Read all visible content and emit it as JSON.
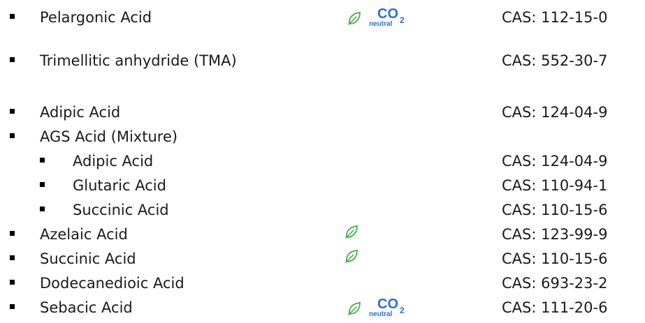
{
  "colors": {
    "leaf": "#3aae3a",
    "co2": "#2a6fd6",
    "text": "#1a1a1a"
  },
  "items": [
    {
      "name": "Pelargonic Acid",
      "cas": "CAS: 112-15-0",
      "leaf": true,
      "co2": true,
      "co2_main": "CO",
      "co2_sub": "2",
      "co2_label": "neutral"
    },
    {
      "name": "Trimellitic anhydride (TMA)",
      "cas": "CAS: 552-30-7"
    },
    {
      "name": "Adipic Acid",
      "cas": "CAS: 124-04-9"
    },
    {
      "name": "AGS Acid (Mixture)",
      "cas": ""
    },
    {
      "name": "Adipic Acid",
      "cas": "CAS: 124-04-9"
    },
    {
      "name": "Glutaric Acid",
      "cas": "CAS: 110-94-1"
    },
    {
      "name": "Succinic Acid",
      "cas": "CAS: 110-15-6"
    },
    {
      "name": "Azelaic Acid",
      "cas": "CAS: 123-99-9",
      "leaf": true
    },
    {
      "name": "Succinic Acid",
      "cas": "CAS: 110-15-6",
      "leaf": true
    },
    {
      "name": "Dodecanedioic Acid",
      "cas": "CAS: 693-23-2"
    },
    {
      "name": "Sebacic Acid",
      "cas": "CAS: 111-20-6",
      "leaf": true,
      "co2": true,
      "co2_main": "CO",
      "co2_sub": "2",
      "co2_label": "neutral"
    }
  ]
}
